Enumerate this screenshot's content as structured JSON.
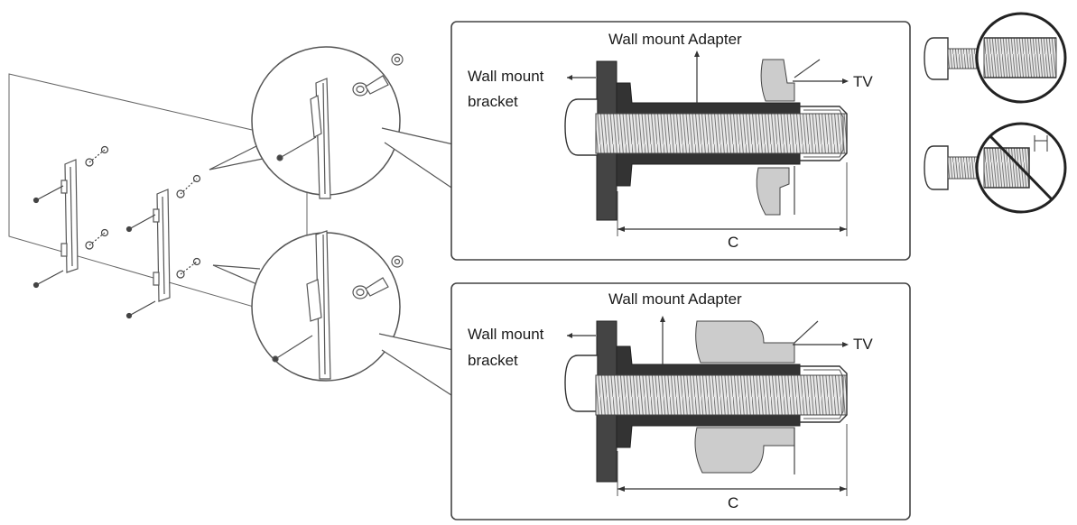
{
  "figure": {
    "panel_top": {
      "adapter_label": "Wall mount Adapter",
      "bracket_label_line1": "Wall mount",
      "bracket_label_line2": "bracket",
      "tv_label": "TV",
      "dimension_label": "C"
    },
    "panel_bottom": {
      "adapter_label": "Wall mount Adapter",
      "bracket_label_line1": "Wall mount",
      "bracket_label_line2": "bracket",
      "tv_label": "TV",
      "dimension_label": "C"
    },
    "colors": {
      "line": "#333333",
      "dark_fill": "#3a3a3a",
      "mid_fill": "#777777",
      "light_fill": "#cfcfcf",
      "thread_fill": "#e4e4e4"
    }
  }
}
